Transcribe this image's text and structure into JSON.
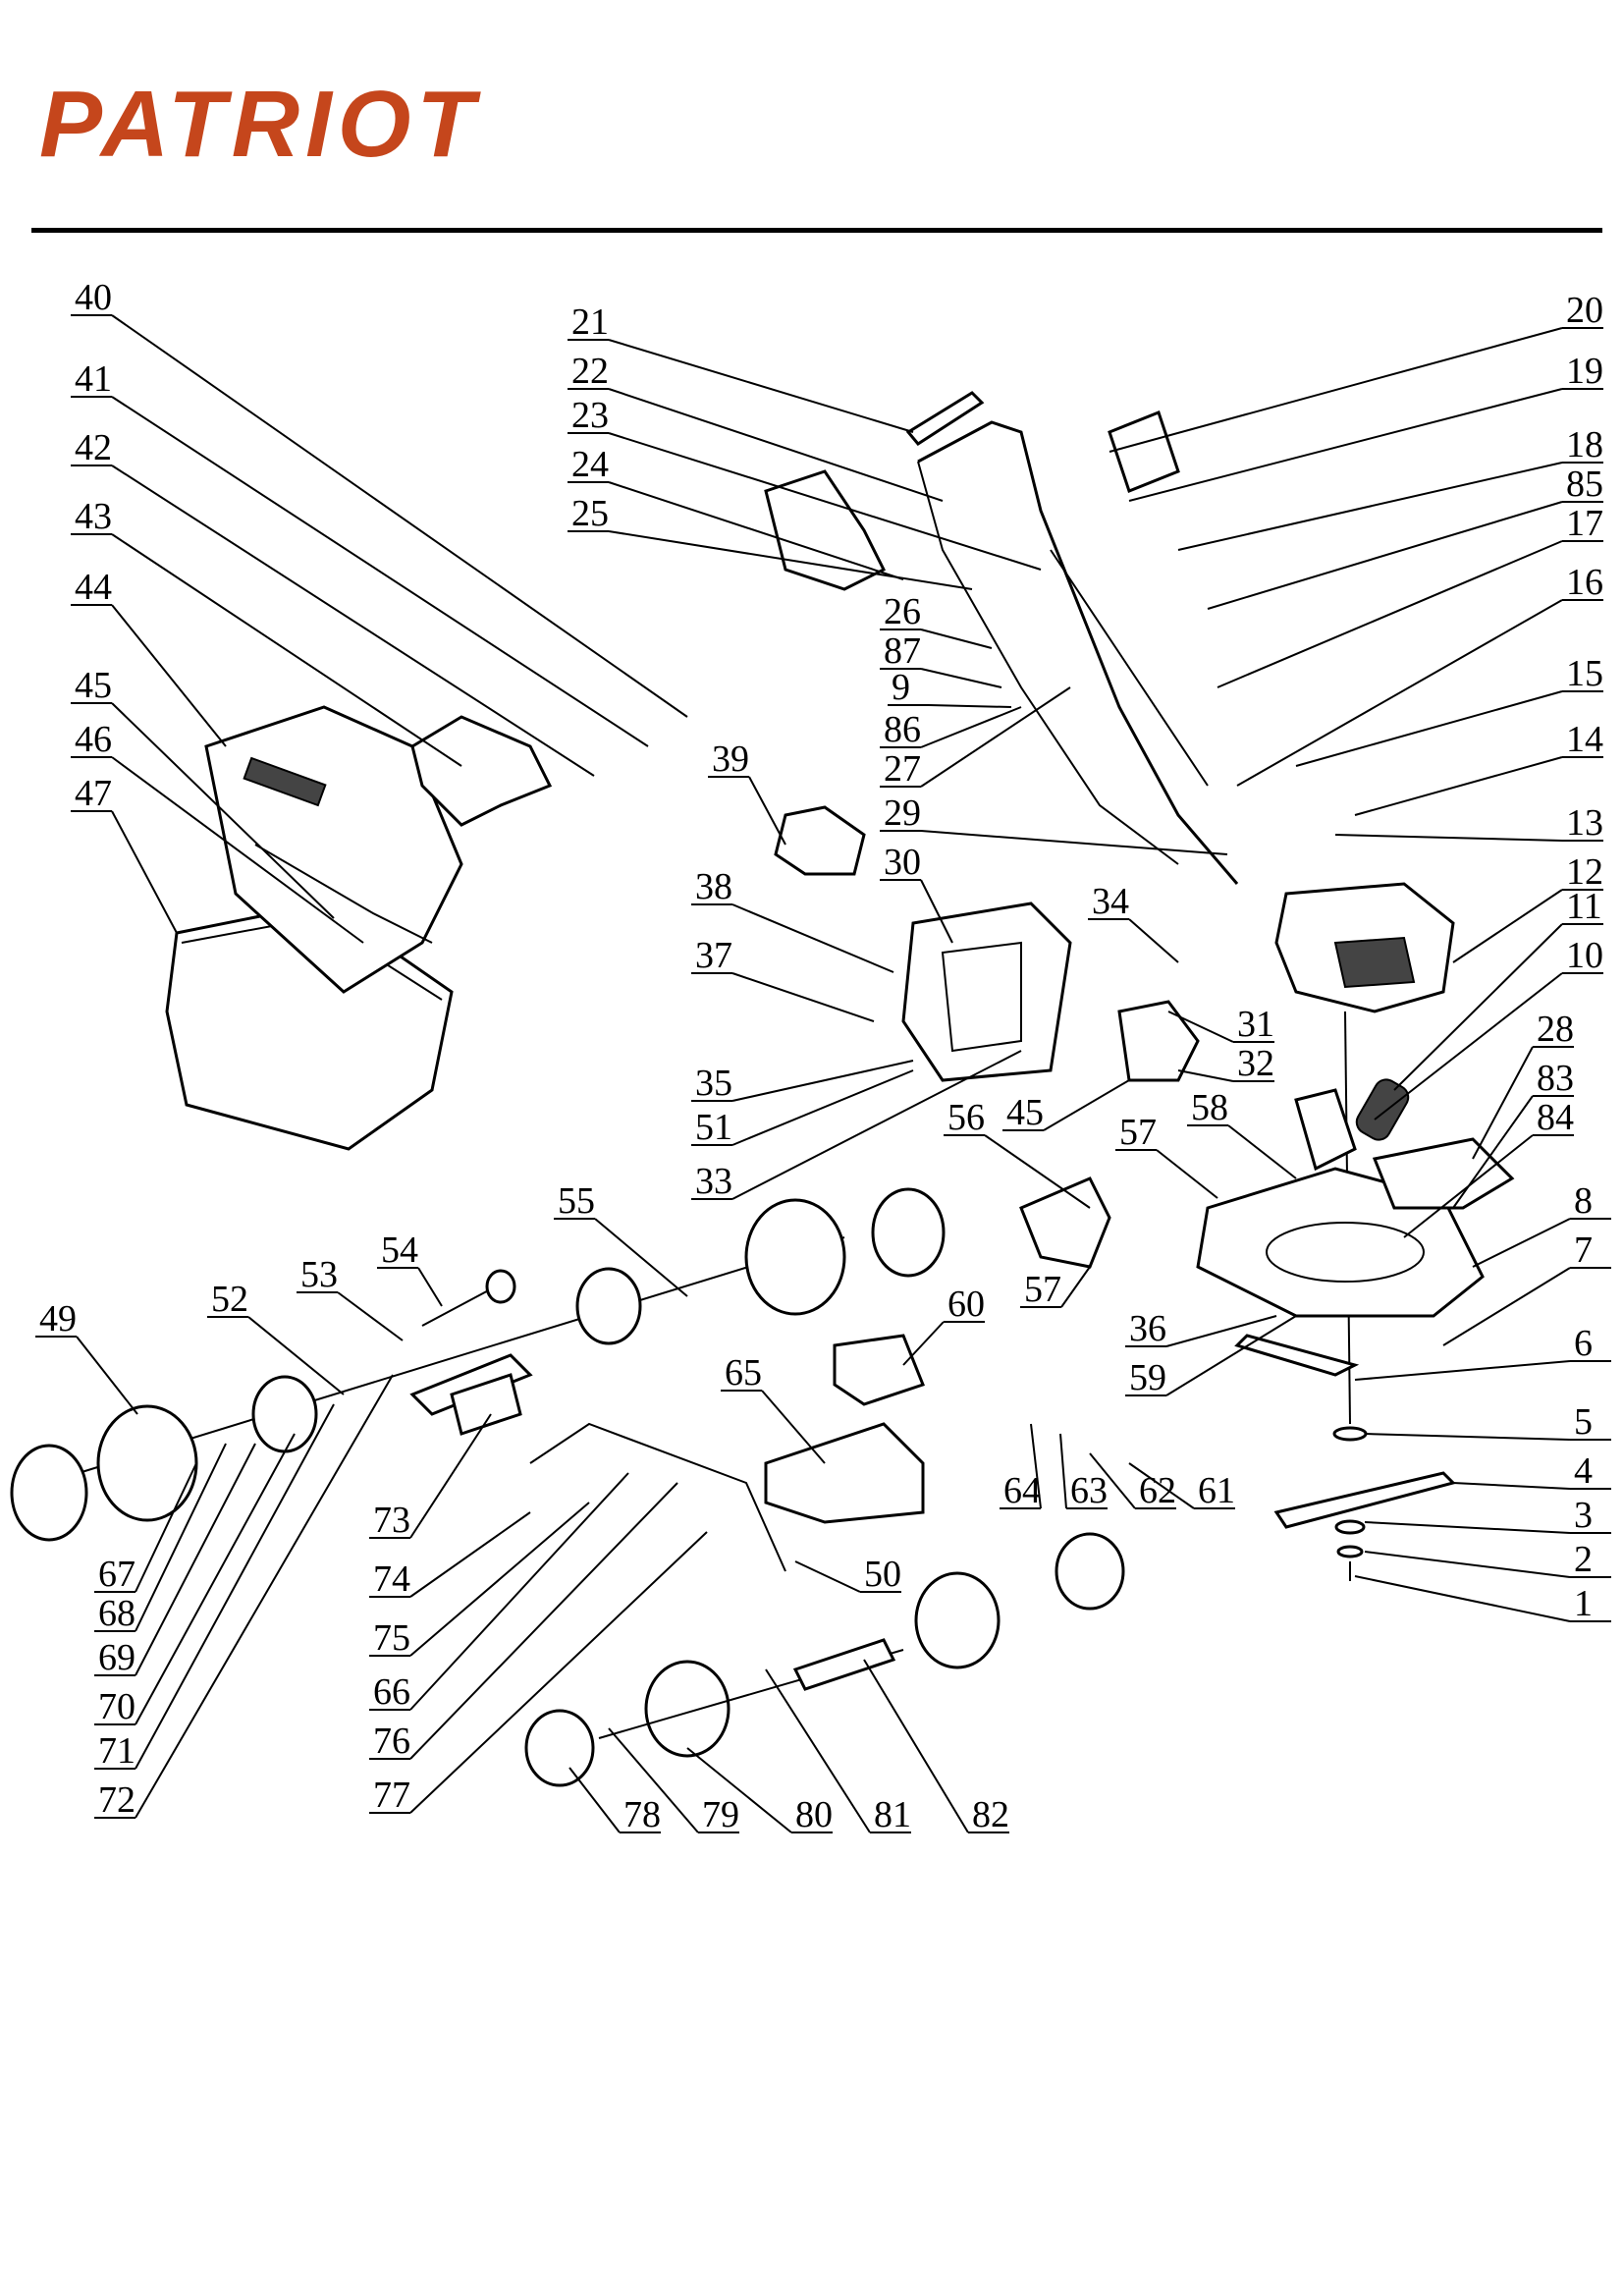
{
  "brand": {
    "name": "PATRIOT",
    "color": "#c5461c"
  },
  "callouts": [
    "1",
    "2",
    "3",
    "4",
    "5",
    "6",
    "7",
    "8",
    "9",
    "10",
    "11",
    "12",
    "13",
    "14",
    "15",
    "16",
    "17",
    "18",
    "19",
    "20",
    "21",
    "22",
    "23",
    "24",
    "25",
    "26",
    "27",
    "28",
    "29",
    "30",
    "31",
    "32",
    "33",
    "34",
    "35",
    "36",
    "37",
    "38",
    "39",
    "40",
    "41",
    "42",
    "43",
    "44",
    "45",
    "46",
    "47",
    "49",
    "50",
    "51",
    "52",
    "53",
    "54",
    "55",
    "56",
    "57",
    "58",
    "59",
    "60",
    "61",
    "62",
    "63",
    "64",
    "65",
    "66",
    "67",
    "68",
    "69",
    "70",
    "71",
    "72",
    "73",
    "74",
    "75",
    "76",
    "77",
    "78",
    "79",
    "80",
    "81",
    "82",
    "83",
    "84",
    "85",
    "86",
    "87"
  ]
}
